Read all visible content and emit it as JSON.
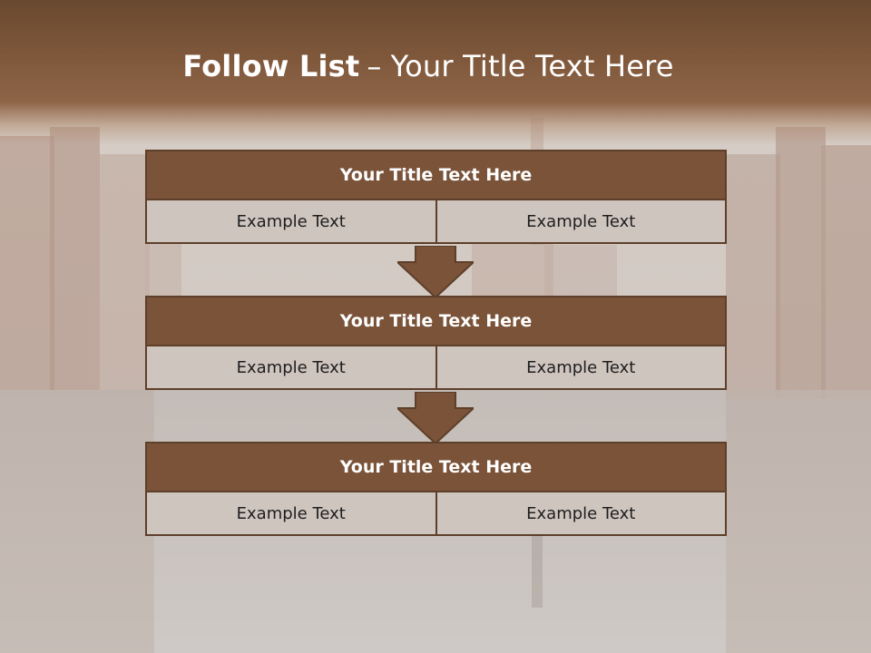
{
  "slide": {
    "title_bold": "Follow List",
    "title_sep": "–",
    "title_rest": "Your Title Text Here"
  },
  "blocks": [
    {
      "title": "Your Title Text Here",
      "left": "Example Text",
      "right": "Example Text"
    },
    {
      "title": "Your Title Text Here",
      "left": "Example Text",
      "right": "Example Text"
    },
    {
      "title": "Your Title Text Here",
      "left": "Example Text",
      "right": "Example Text"
    }
  ],
  "icons": {
    "connector": "down-arrow-icon"
  },
  "colors": {
    "header": "#7a5438",
    "title_bar": "#7a5339",
    "cell": "#cfc5bf",
    "border": "#5d3f2a",
    "arrow": "#7a5339"
  }
}
